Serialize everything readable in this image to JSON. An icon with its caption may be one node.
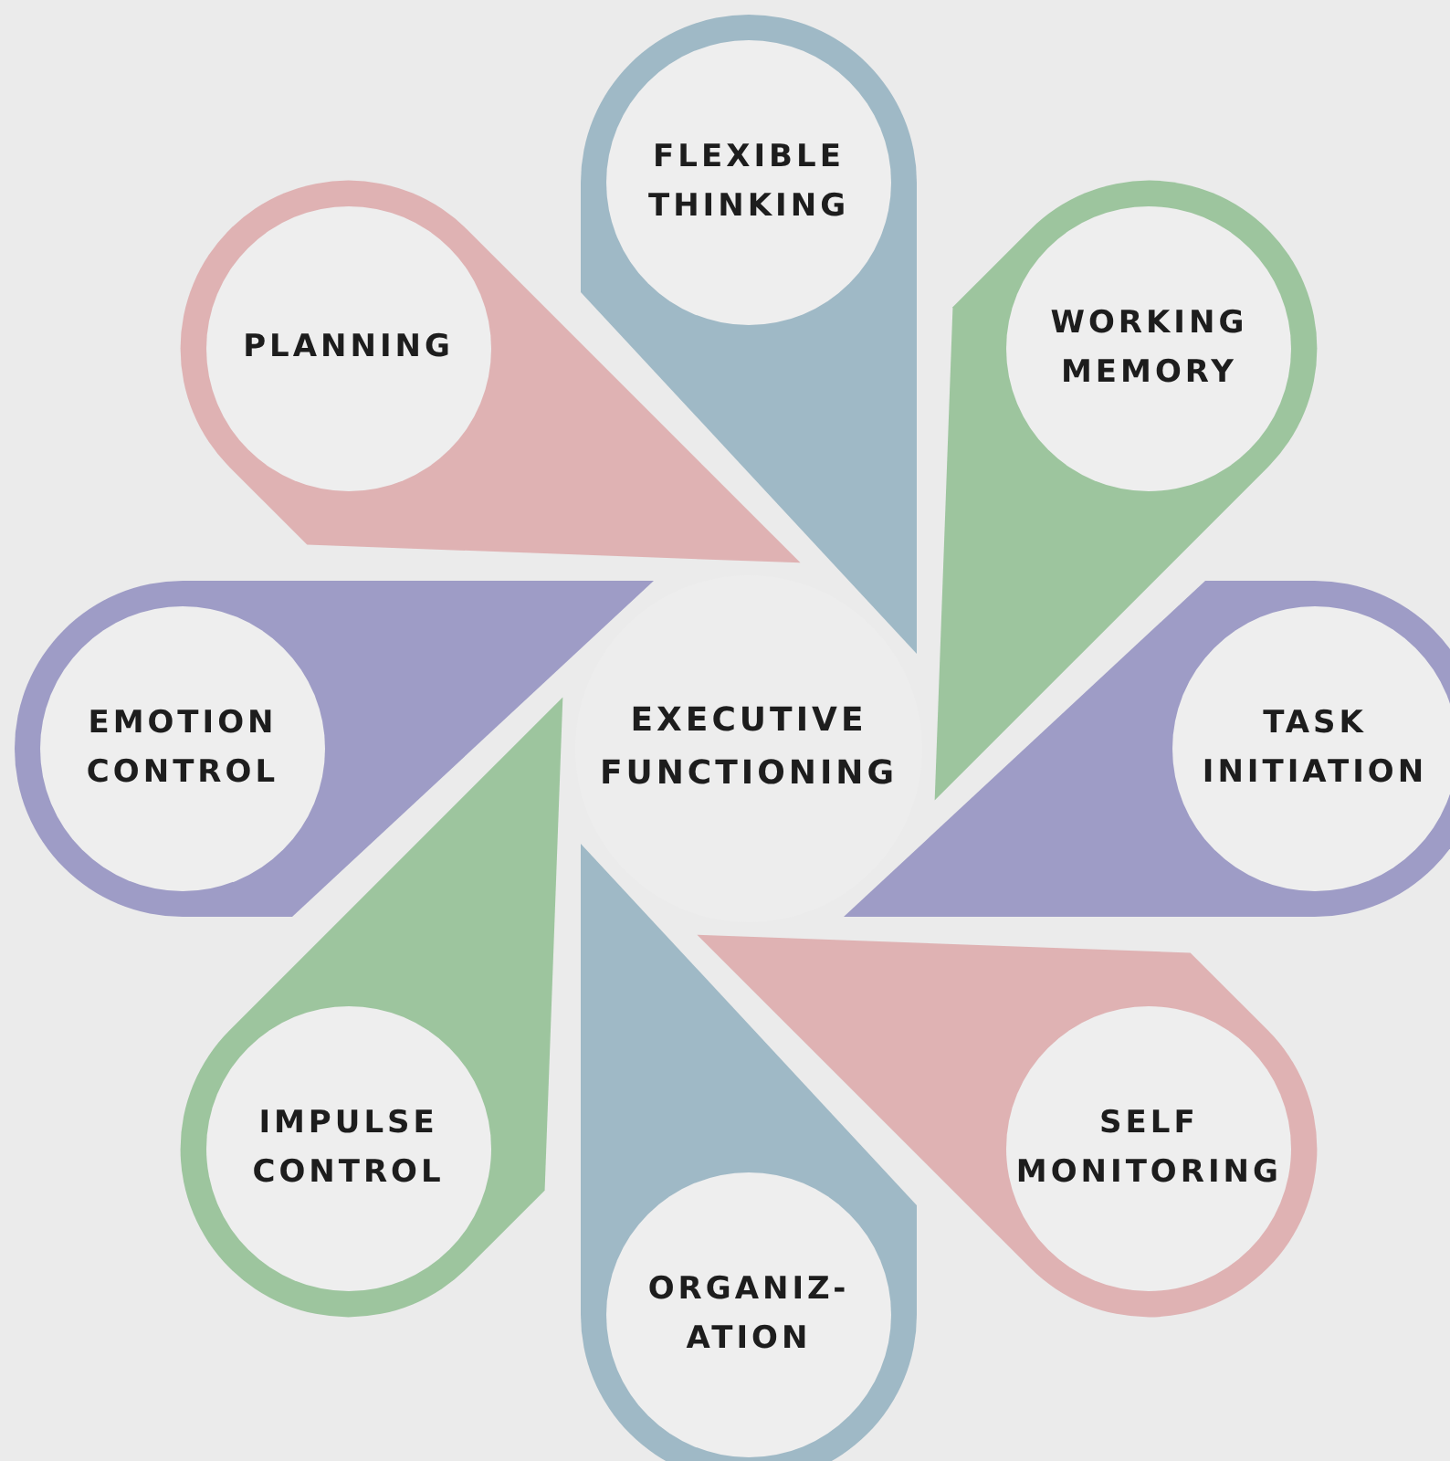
{
  "diagram": {
    "nodes": [
      {
        "text": [
          "EXECUTIVE FUNCTIONING"
        ]
      },
      {
        "text": [
          "FLEXIBLE THINKING"
        ]
      },
      {
        "text": [
          "WORKING MEMORY"
        ]
      },
      {
        "text": [
          "TASK INITIATION"
        ]
      },
      {
        "text": [
          "SELF MONITORING"
        ]
      },
      {
        "text": [
          "ORGANIZ- ATION"
        ]
      },
      {
        "text": [
          "IMPULSE CONTROL"
        ]
      },
      {
        "text": [
          "EMOTION CONTROL"
        ]
      },
      {
        "text": [
          "PLANNING"
        ]
      }
    ]
  }
}
